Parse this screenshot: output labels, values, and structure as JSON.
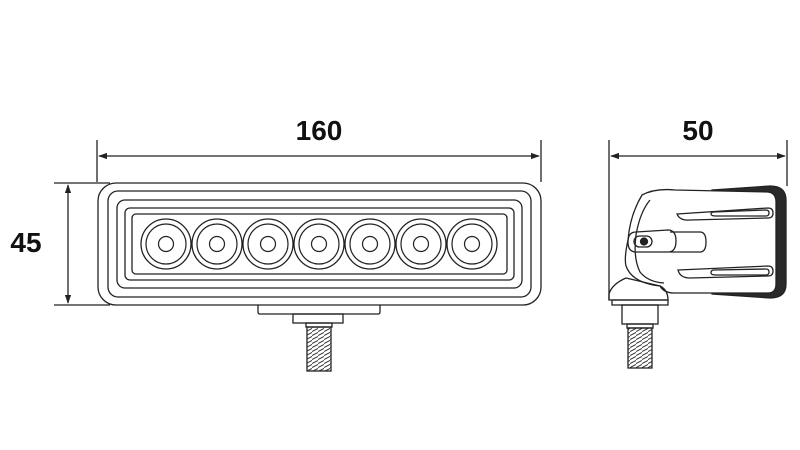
{
  "dimensions": {
    "width": "160",
    "height": "45",
    "depth": "50"
  },
  "led_count": 7,
  "colors": {
    "line": "#222222",
    "background": "#ffffff",
    "rear_shade": "#2a2a2a"
  }
}
